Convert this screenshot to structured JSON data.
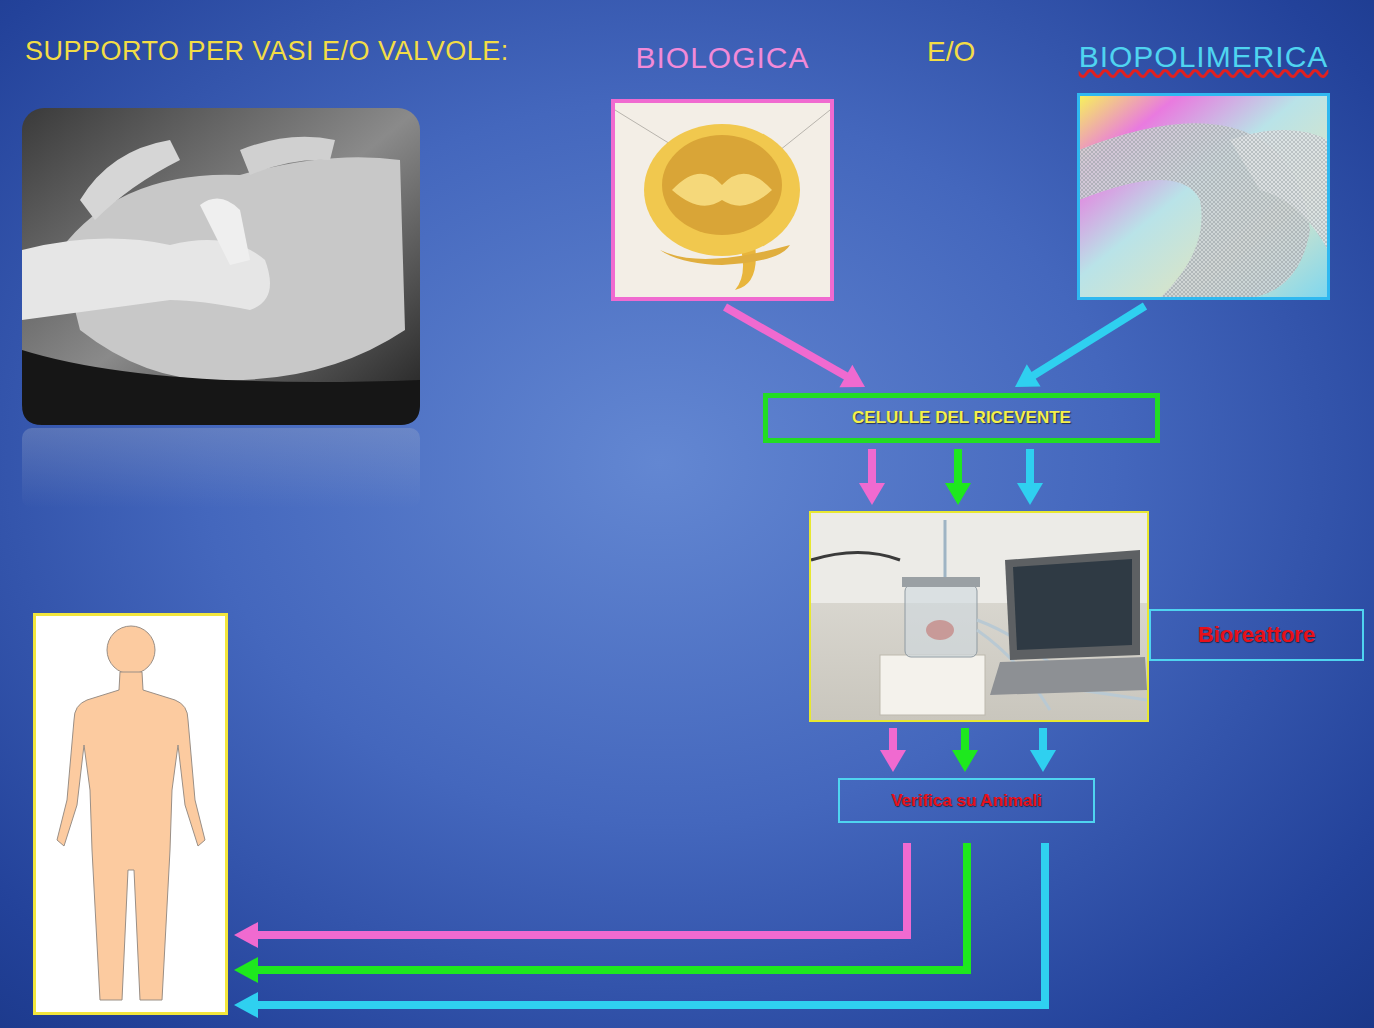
{
  "diagram": {
    "title": "SUPPORTO PER VASI E/O VALVOLE:",
    "nodes": [
      {
        "text": [
          "BIOLOGICA"
        ]
      },
      {
        "text": [
          "BIOPOLIMERICA"
        ]
      },
      {
        "text": [
          "CELULLE DEL RICEVENTE"
        ]
      },
      {
        "text": [
          "Bioreattore"
        ]
      },
      {
        "text": [
          "Verifica su Animali"
        ]
      }
    ],
    "edges": [
      {
        "from": 0,
        "to": 2,
        "arrow": "to"
      },
      {
        "from": 1,
        "to": 2,
        "arrow": "to"
      },
      {
        "from": 2,
        "to": 3,
        "arrow": "to"
      },
      {
        "from": 2,
        "to": 3,
        "arrow": "to"
      },
      {
        "from": 2,
        "to": 3,
        "arrow": "to"
      },
      {
        "from": 3,
        "to": 4,
        "arrow": "to"
      },
      {
        "from": 3,
        "to": 4,
        "arrow": "to"
      },
      {
        "from": 3,
        "to": 4,
        "arrow": "to"
      }
    ],
    "labels": [
      "E/O"
    ]
  }
}
